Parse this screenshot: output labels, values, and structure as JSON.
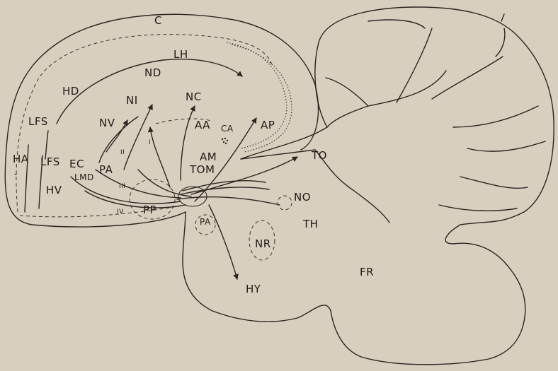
{
  "labels": {
    "C": "C",
    "LH": "LH",
    "ND": "ND",
    "HD": "HD",
    "NI": "NI",
    "NC": "NC",
    "LFS_upper": "LFS",
    "NV": "NV",
    "AA": "AA",
    "CA": "CA",
    "AP": "AP",
    "HA": "HA",
    "LFS_lower": "LFS",
    "EC": "EC",
    "PA_upper": "PA",
    "AM": "AM",
    "TOM": "TOM",
    "TO": "TO",
    "HV": "HV",
    "LMD": "LMD",
    "NO": "NO",
    "PP": "PP",
    "PA_lower": "PA",
    "TH": "TH",
    "NR": "NR",
    "FR": "FR",
    "HY": "HY",
    "minus": "-",
    "roman_II": "II",
    "roman_I": "I",
    "roman_III": "III",
    "roman_IV": "IV"
  }
}
